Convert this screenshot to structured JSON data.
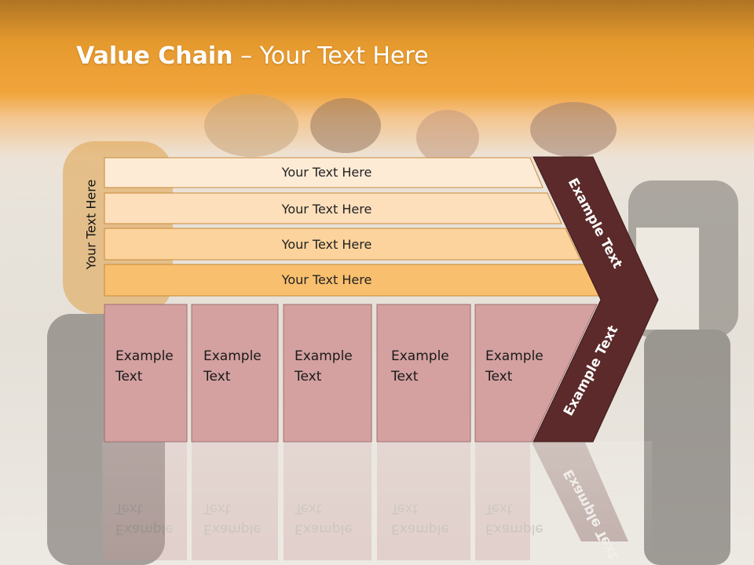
{
  "title": {
    "bold": "Value Chain",
    "rest": " – Your Text Here"
  },
  "side_label": "Your Text Here",
  "rows": [
    {
      "label": "Your Text Here",
      "color": "#fdebd6"
    },
    {
      "label": "Your Text Here",
      "color": "#fddfbb"
    },
    {
      "label": "Your Text Here",
      "color": "#fcd39c"
    },
    {
      "label": "Your Text Here",
      "color": "#f8bf6e"
    }
  ],
  "boxes": [
    {
      "line1": "Example",
      "line2": "Text"
    },
    {
      "line1": "Example",
      "line2": "Text"
    },
    {
      "line1": "Example",
      "line2": "Text"
    },
    {
      "line1": "Example",
      "line2": "Text"
    },
    {
      "line1": "Example",
      "line2": "Text"
    }
  ],
  "arrow": {
    "upper": "Example Text",
    "lower": "Example Text",
    "color": "#5c2a2a"
  },
  "colors": {
    "box_fill": "#d4a0a0",
    "box_stroke": "#a07070",
    "row_stroke": "#c98a3a"
  }
}
